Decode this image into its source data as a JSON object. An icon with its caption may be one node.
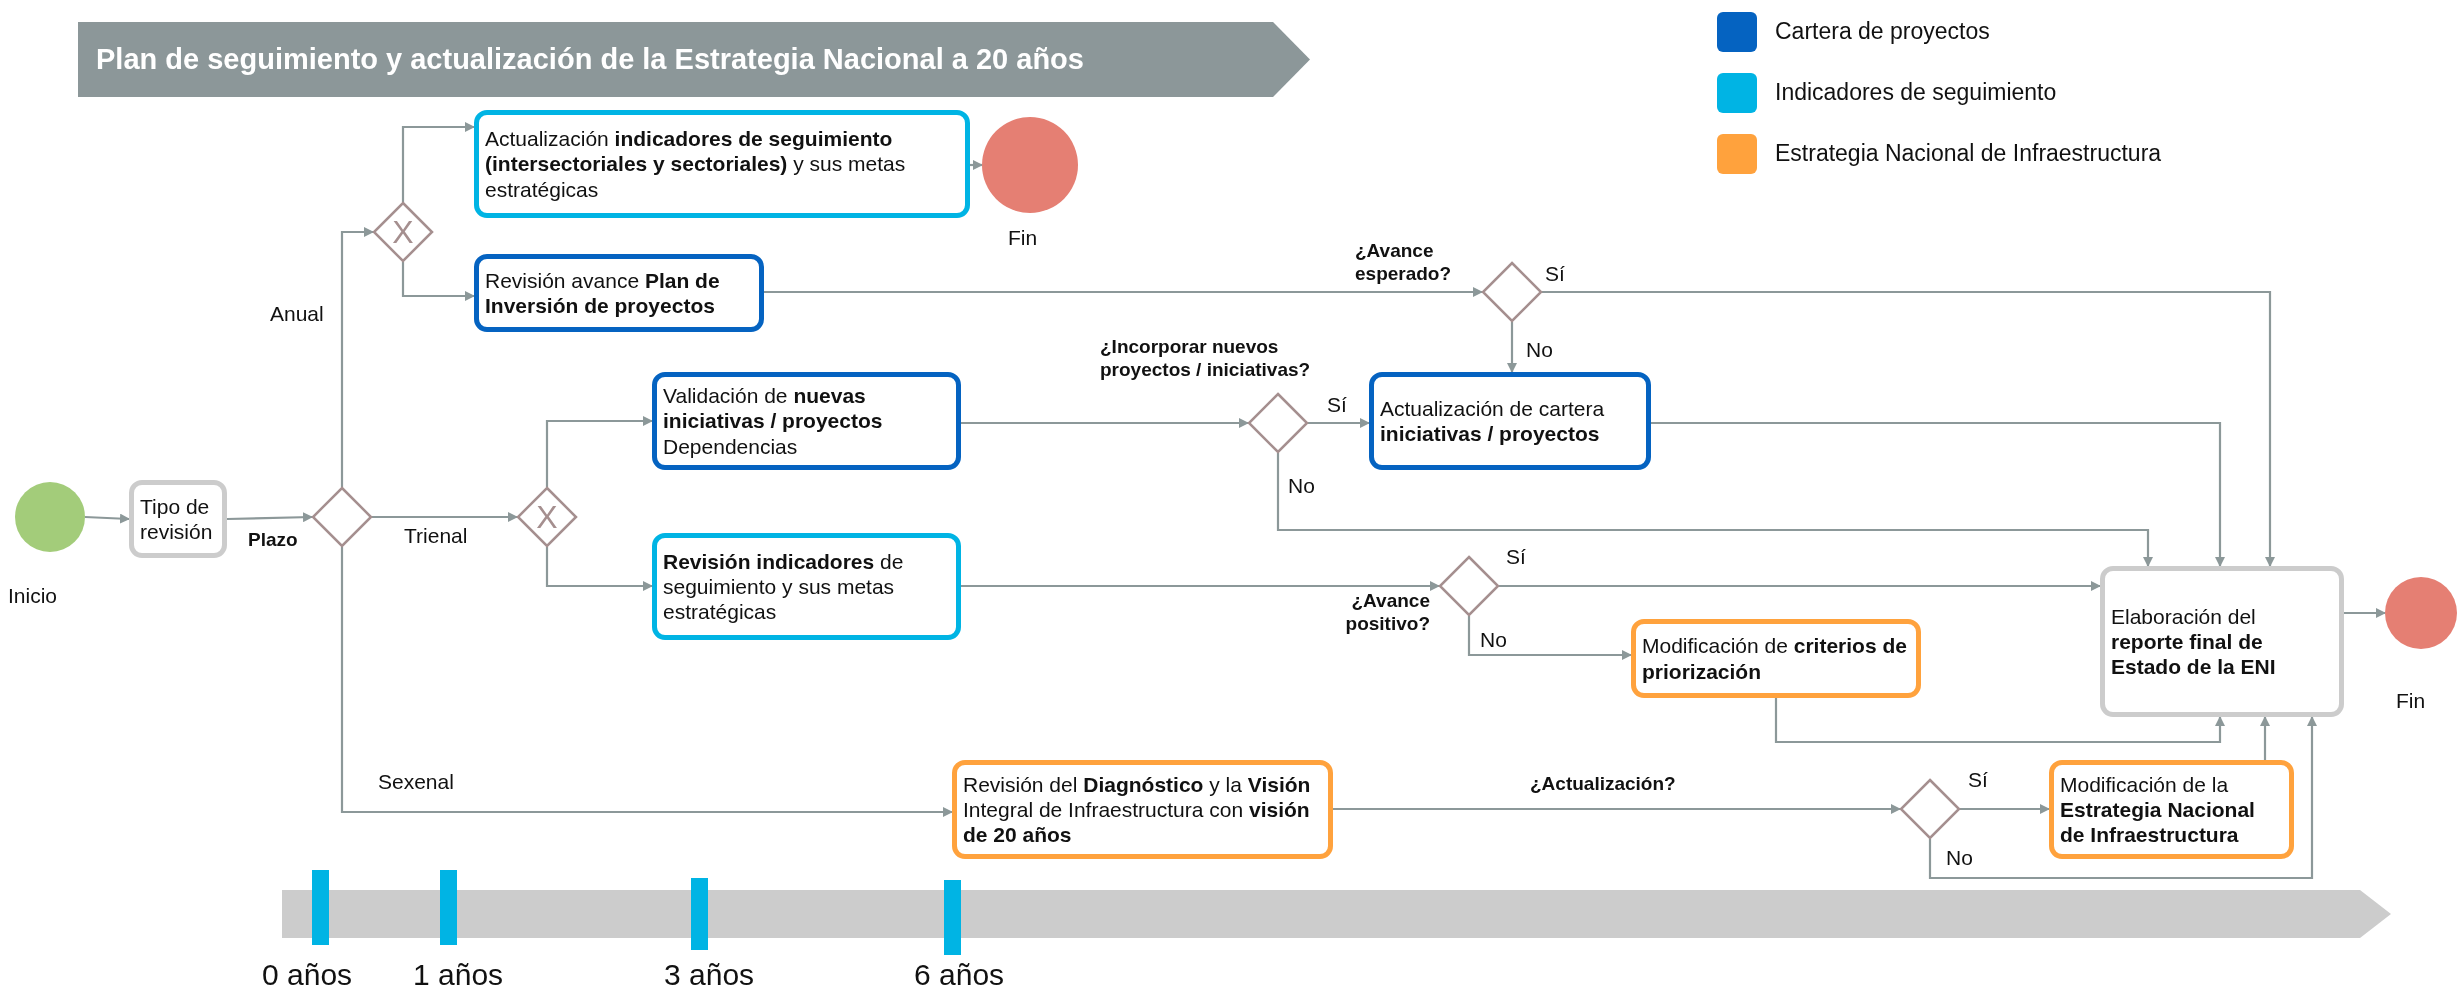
{
  "diagram": {
    "title": "Plan de seguimiento y actualización de la Estrategia Nacional a 20 años",
    "nodes": [
      {
        "text": [],
        "shape": "circle",
        "beside": [
          "Inicio"
        ]
      },
      {
        "text": [
          "Tipo de revisión"
        ]
      },
      {
        "text": [],
        "shape": "diamond"
      },
      {
        "text": [
          "X"
        ]
      },
      {
        "text": [
          "Actualización **indicadores de seguimiento (intersectoriales y sectoriales)** y sus metas estratégicas"
        ]
      },
      {
        "text": [],
        "shape": "circle",
        "beside": [
          "Fin"
        ]
      },
      {
        "text": [
          "Revisión avance **Plan de Inversión de proyectos**"
        ]
      },
      {
        "text": [],
        "shape": "diamond",
        "beside": [
          "¿Avance esperado?"
        ]
      },
      {
        "text": [
          "X"
        ]
      },
      {
        "text": [
          "Validación de **nuevas iniciativas / proyectos** Dependencias"
        ]
      },
      {
        "text": [],
        "shape": "diamond",
        "beside": [
          "¿Incorporar nuevos proyectos / iniciativas?"
        ]
      },
      {
        "text": [
          "Actualización de cartera **iniciativas / proyectos**"
        ]
      },
      {
        "text": [
          "**Revisión indicadores** de seguimiento y sus metas estratégicas"
        ]
      },
      {
        "text": [],
        "shape": "diamond",
        "beside": [
          "¿Avance positivo?"
        ]
      },
      {
        "text": [
          "Modificación de **criterios de priorización**"
        ]
      },
      {
        "text": [
          "Elaboración del **reporte final de Estado de la ENI**"
        ]
      },
      {
        "text": [],
        "shape": "circle",
        "beside": [
          "Fin"
        ]
      },
      {
        "text": [
          "Revisión del **Diagnóstico** y la **Visión** Integral de Infraestructura con **visión de 20 años**"
        ]
      },
      {
        "text": [],
        "shape": "diamond"
      },
      {
        "text": [
          "Modificación de la **Estrategia Nacional de Infraestructura**"
        ]
      }
    ],
    "edges": [
      {
        "from": 0,
        "to": 1,
        "arrow": "to"
      },
      {
        "from": 1,
        "to": 2,
        "arrow": "to",
        "label": "Plazo"
      },
      {
        "from": 2,
        "to": 3,
        "arrow": "to",
        "label": "Anual"
      },
      {
        "from": 2,
        "to": 8,
        "arrow": "to",
        "label": "Trienal"
      },
      {
        "from": 2,
        "to": 17,
        "arrow": "to",
        "label": "Sexenal"
      },
      {
        "from": 3,
        "to": 4,
        "arrow": "to"
      },
      {
        "from": 3,
        "to": 6,
        "arrow": "to"
      },
      {
        "from": 4,
        "to": 5,
        "arrow": "to"
      },
      {
        "from": 6,
        "to": 7,
        "arrow": "to"
      },
      {
        "from": 7,
        "to": 15,
        "arrow": "to",
        "label": "Sí"
      },
      {
        "from": 7,
        "to": 11,
        "arrow": "to",
        "label": "No"
      },
      {
        "from": 8,
        "to": 9,
        "arrow": "to"
      },
      {
        "from": 8,
        "to": 12,
        "arrow": "to"
      },
      {
        "from": 9,
        "to": 10,
        "arrow": "to"
      },
      {
        "from": 10,
        "to": 11,
        "arrow": "to",
        "label": "Sí"
      },
      {
        "from": 10,
        "to": 15,
        "arrow": "to",
        "label": "No"
      },
      {
        "from": 11,
        "to": 15,
        "arrow": "to"
      },
      {
        "from": 12,
        "to": 13,
        "arrow": "to"
      },
      {
        "from": 13,
        "to": 15,
        "arrow": "to",
        "label": "Sí"
      },
      {
        "from": 13,
        "to": 14,
        "arrow": "to",
        "label": "No"
      },
      {
        "from": 14,
        "to": 15,
        "arrow": "to"
      },
      {
        "from": 15,
        "to": 16,
        "arrow": "to"
      },
      {
        "from": 17,
        "to": 18,
        "arrow": "to",
        "label": "¿Actualización?"
      },
      {
        "from": 18,
        "to": 19,
        "arrow": "to",
        "label": "Sí"
      },
      {
        "from": 18,
        "to": 15,
        "arrow": "to",
        "label": "No"
      },
      {
        "from": 19,
        "to": 15,
        "arrow": "to"
      }
    ],
    "labels": [
      "0 años",
      "1 años",
      "3 años",
      "6 años"
    ],
    "legend": [
      {
        "text": "Cartera de proyectos",
        "color": "#0563c1"
      },
      {
        "text": "Indicadores de seguimiento",
        "color": "#00b4e4"
      },
      {
        "text": "Estrategia Nacional de Infraestructura",
        "color": "#ffa23d"
      }
    ]
  }
}
